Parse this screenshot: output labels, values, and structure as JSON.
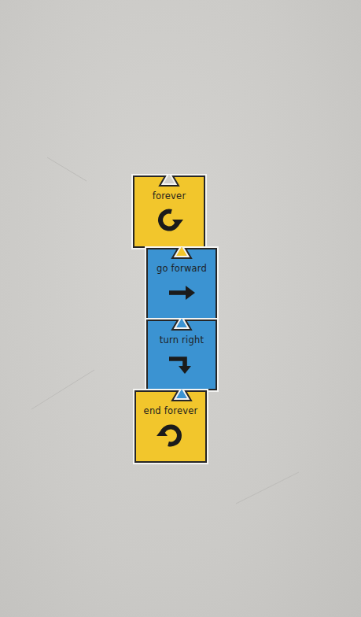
{
  "diagram": {
    "nodes": [
      {
        "text": [
          "forever"
        ]
      },
      {
        "text": [
          "go forward"
        ]
      },
      {
        "text": [
          "turn right"
        ]
      },
      {
        "text": [
          "end forever"
        ]
      }
    ]
  }
}
